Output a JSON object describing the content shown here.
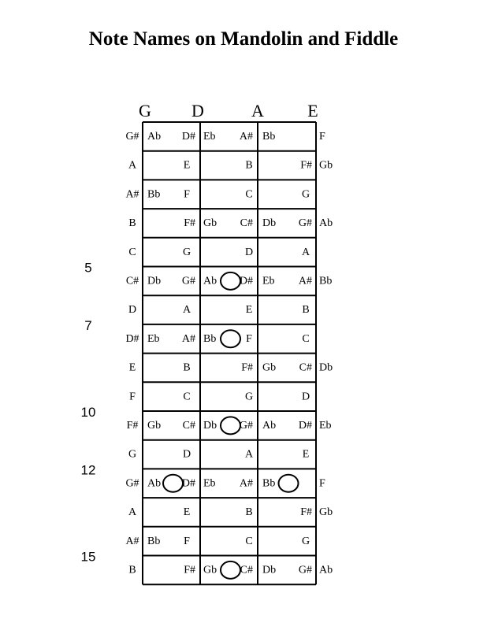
{
  "title": "Note Names on Mandolin and Fiddle",
  "strings": [
    "G",
    "D",
    "A",
    "E"
  ],
  "frets": [
    {
      "nut": "G#",
      "G": "Ab",
      "Dnut": "D#",
      "D": "Eb",
      "Anut": "A#",
      "A": "Bb",
      "Enut": "",
      "E": "F"
    },
    {
      "nut": "A",
      "G": "",
      "Dnut": "E",
      "D": "",
      "Anut": "B",
      "A": "",
      "Enut": "F#",
      "E": "Gb"
    },
    {
      "nut": "A#",
      "G": "Bb",
      "Dnut": "F",
      "D": "",
      "Anut": "C",
      "A": "",
      "Enut": "G",
      "E": ""
    },
    {
      "nut": "B",
      "G": "",
      "Dnut": "F#",
      "D": "Gb",
      "Anut": "C#",
      "A": "Db",
      "Enut": "G#",
      "E": "Ab"
    },
    {
      "nut": "C",
      "G": "",
      "Dnut": "G",
      "D": "",
      "Anut": "D",
      "A": "",
      "Enut": "A",
      "E": ""
    },
    {
      "nut": "C#",
      "G": "Db",
      "Dnut": "G#",
      "D": "Ab",
      "Anut": "D#",
      "A": "Eb",
      "Enut": "A#",
      "E": "Bb"
    },
    {
      "nut": "D",
      "G": "",
      "Dnut": "A",
      "D": "",
      "Anut": "E",
      "A": "",
      "Enut": "B",
      "E": ""
    },
    {
      "nut": "D#",
      "G": "Eb",
      "Dnut": "A#",
      "D": "Bb",
      "Anut": "F",
      "A": "",
      "Enut": "C",
      "E": ""
    },
    {
      "nut": "E",
      "G": "",
      "Dnut": "B",
      "D": "",
      "Anut": "F#",
      "A": "Gb",
      "Enut": "C#",
      "E": "Db"
    },
    {
      "nut": "F",
      "G": "",
      "Dnut": "C",
      "D": "",
      "Anut": "G",
      "A": "",
      "Enut": "D",
      "E": ""
    },
    {
      "nut": "F#",
      "G": "Gb",
      "Dnut": "C#",
      "D": "Db",
      "Anut": "G#",
      "A": "Ab",
      "Enut": "D#",
      "E": "Eb"
    },
    {
      "nut": "G",
      "G": "",
      "Dnut": "D",
      "D": "",
      "Anut": "A",
      "A": "",
      "Enut": "E",
      "E": ""
    },
    {
      "nut": "G#",
      "G": "Ab",
      "Dnut": "D#",
      "D": "Eb",
      "Anut": "A#",
      "A": "Bb",
      "Enut": "",
      "E": "F"
    },
    {
      "nut": "A",
      "G": "",
      "Dnut": "E",
      "D": "",
      "Anut": "B",
      "A": "",
      "Enut": "F#",
      "E": "Gb"
    },
    {
      "nut": "A#",
      "G": "Bb",
      "Dnut": "F",
      "D": "",
      "Anut": "C",
      "A": "",
      "Enut": "G",
      "E": ""
    },
    {
      "nut": "B",
      "G": "",
      "Dnut": "F#",
      "D": "Gb",
      "Anut": "C#",
      "A": "Db",
      "Enut": "G#",
      "E": "Ab"
    }
  ],
  "fret_numbers": [
    {
      "label": "5",
      "fret": 5
    },
    {
      "label": "7",
      "fret": 7
    },
    {
      "label": "10",
      "fret": 10
    },
    {
      "label": "12",
      "fret": 12
    },
    {
      "label": "15",
      "fret": 15
    }
  ],
  "markers": [
    {
      "fret": 5,
      "between": [
        "D",
        "A"
      ]
    },
    {
      "fret": 7,
      "between": [
        "D",
        "A"
      ]
    },
    {
      "fret": 10,
      "between": [
        "D",
        "A"
      ]
    },
    {
      "fret": 12,
      "between": [
        "G",
        "D"
      ]
    },
    {
      "fret": 12,
      "between": [
        "A",
        "E"
      ]
    },
    {
      "fret": 15,
      "between": [
        "D",
        "A"
      ]
    }
  ]
}
